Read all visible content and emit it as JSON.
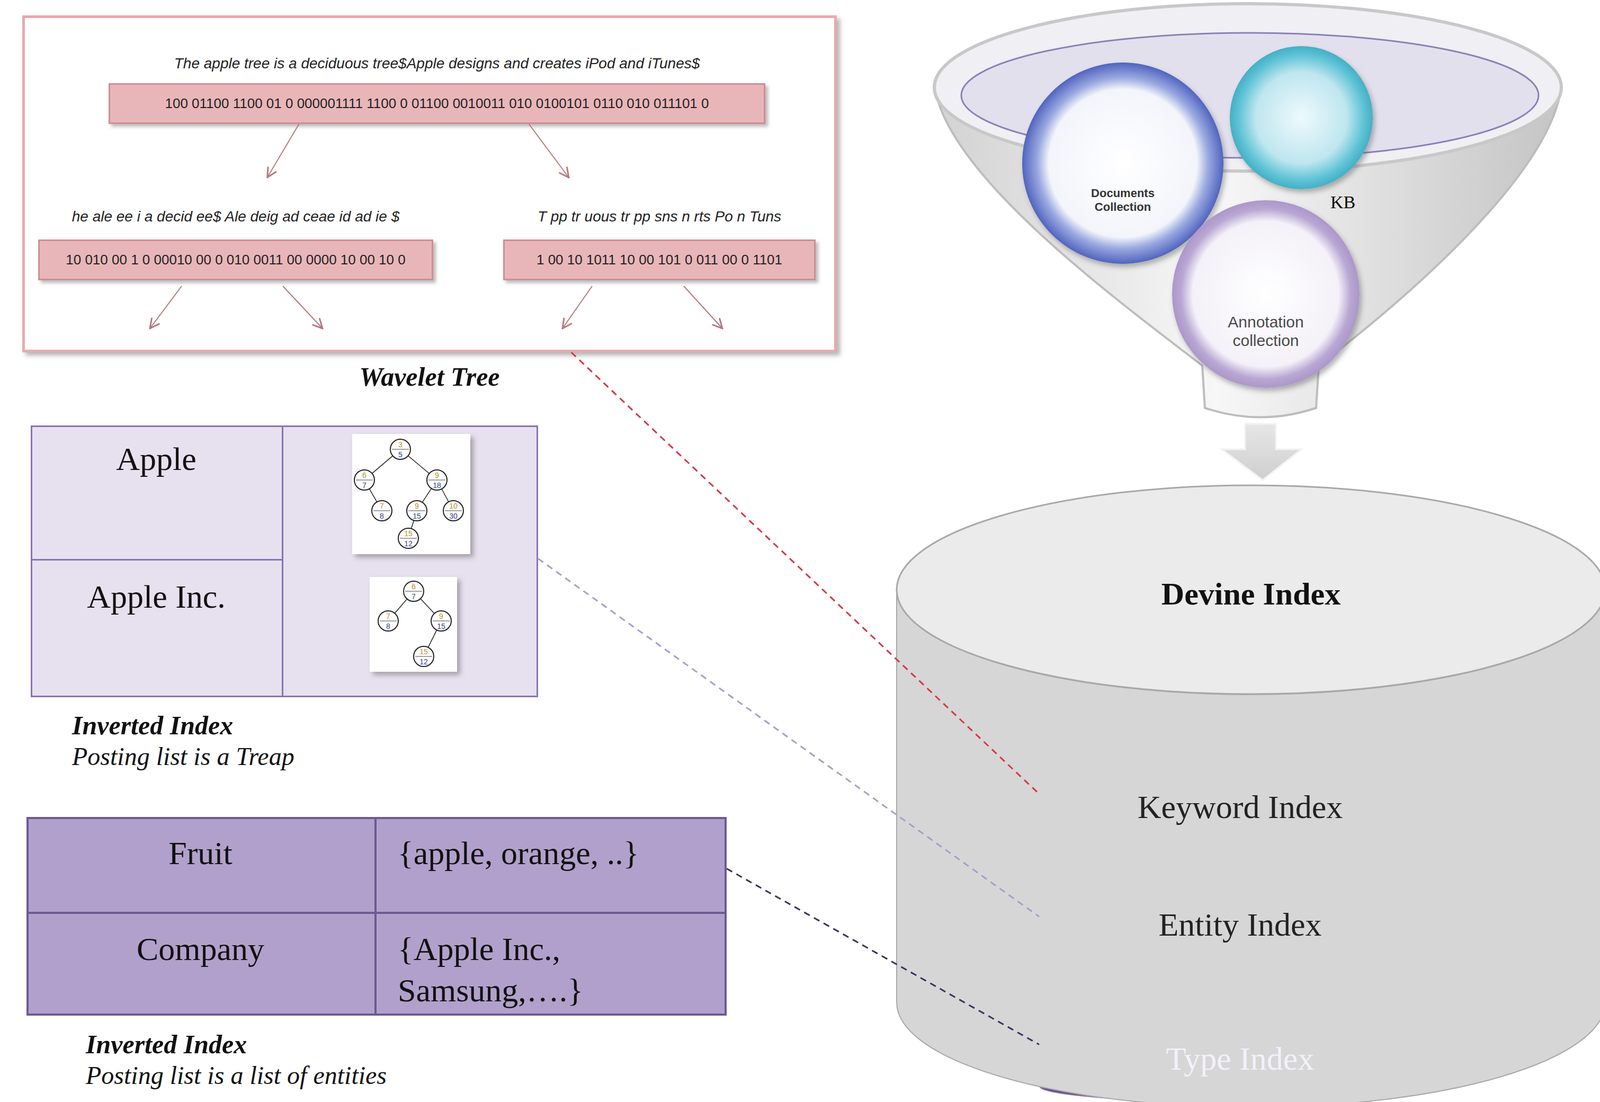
{
  "diagram": {
    "nodes": [
      {
        "text": [
          "Wavelet Tree"
        ]
      },
      {
        "text": [
          "The apple tree is a deciduous tree$Apple designs and creates iPod and iTunes$",
          "100 01100 1100 01 0 000001111 1100 0 01100 0010011 010 0100101 0110 010 011101 0"
        ],
        "in": 0
      },
      {
        "text": [
          "he ale ee i a decid ee$ Ale deig ad ceae id ad ie $",
          "10 010 00 1 0 00010 00 0 010 0011 00 0000 10 00 10 0"
        ],
        "in": 0
      },
      {
        "text": [
          "T pp tr uous tr pp sns n rts Po n Tuns",
          "1 00 10 1011 10 00 101 0 011 00 0 1101"
        ],
        "in": 0
      },
      {
        "text": [
          "Inverted Index",
          "Posting list is a Treap"
        ]
      },
      {
        "text": [
          "Apple"
        ],
        "in": 4
      },
      {
        "text": [
          "Apple Inc."
        ],
        "in": 4
      },
      {
        "text": [
          "Inverted Index",
          "Posting list is a list of entities"
        ]
      },
      {
        "text": [
          "Fruit"
        ],
        "in": 7
      },
      {
        "text": [
          "{apple, orange, ..}"
        ],
        "in": 7
      },
      {
        "text": [
          "Company"
        ],
        "in": 7
      },
      {
        "text": [
          "{Apple Inc., Samsung,….}"
        ],
        "in": 7
      },
      {
        "text": [
          "Documents Collection"
        ]
      },
      {
        "text": [
          "KB"
        ]
      },
      {
        "text": [
          "Annotation collection"
        ]
      },
      {
        "text": [
          "Devine Index"
        ]
      },
      {
        "text": [
          "Keyword Index"
        ],
        "in": 15
      },
      {
        "text": [
          "Entity Index"
        ],
        "in": 15
      },
      {
        "text": [
          "Type Index"
        ],
        "in": 15
      }
    ],
    "edges": [
      {
        "from": 1,
        "to": 2,
        "arrow": "to"
      },
      {
        "from": 1,
        "to": 3,
        "arrow": "to"
      },
      {
        "from": 0,
        "to": 16,
        "arrow": "none"
      },
      {
        "from": 4,
        "to": 17,
        "arrow": "none"
      },
      {
        "from": 7,
        "to": 18,
        "arrow": "none"
      }
    ],
    "labels": [
      "3",
      "5",
      "6",
      "7",
      "9",
      "18",
      "7",
      "8",
      "9",
      "15",
      "10",
      "30",
      "15",
      "12",
      "6",
      "7",
      "7",
      "8",
      "9",
      "15",
      "15",
      "12"
    ]
  }
}
